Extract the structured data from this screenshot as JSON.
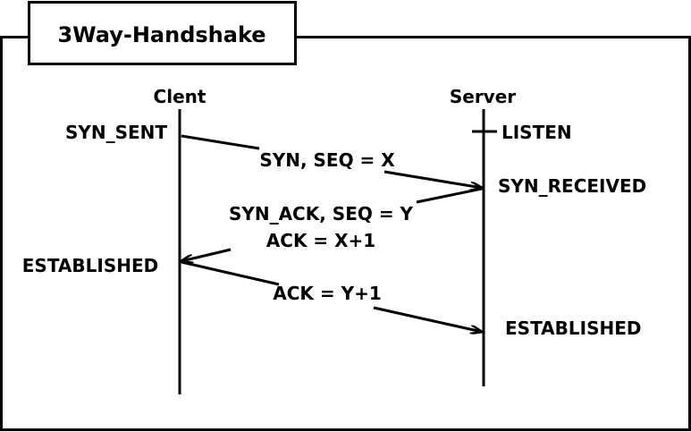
{
  "title": "3Way-Handshake",
  "participants": {
    "client": "Clent",
    "server": "Server"
  },
  "states": {
    "client_syn_sent": "SYN_SENT",
    "server_listen": "LISTEN",
    "server_syn_received": "SYN_RECEIVED",
    "client_established": "ESTABLISHED",
    "server_established": "ESTABLISHED"
  },
  "messages": {
    "syn": "SYN, SEQ = X",
    "syn_ack_line1": "SYN_ACK, SEQ = Y",
    "syn_ack_line2": "ACK = X+1",
    "ack": "ACK = Y+1"
  }
}
